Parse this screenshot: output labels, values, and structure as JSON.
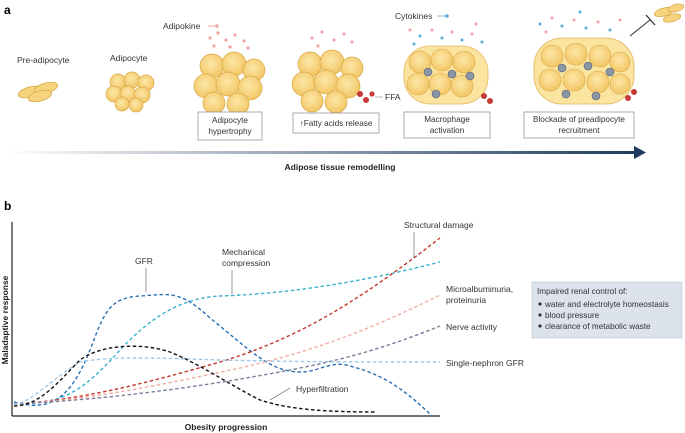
{
  "panel_a": {
    "letter": "a",
    "stages": [
      {
        "label": "Pre-adipocyte"
      },
      {
        "label": "Adipocyte"
      },
      {
        "label": "Adipokine"
      },
      {
        "label": "FFA"
      },
      {
        "label": "Cytokines"
      }
    ],
    "boxes": [
      {
        "line1": "Adipocyte",
        "line2": "hypertrophy"
      },
      {
        "line1": "↑Fatty acids release",
        "line2": ""
      },
      {
        "line1": "Macrophage",
        "line2": "activation"
      },
      {
        "line1": "Blockade of preadipocyte",
        "line2": "recruitment"
      }
    ],
    "arrow_label": "Adipose tissue remodelling"
  },
  "panel_b": {
    "letter": "b",
    "y_label": "Maladaptive response",
    "x_label": "Obesity progression",
    "curve_labels": {
      "gfr": "GFR",
      "mech1": "Mechanical",
      "mech2": "compression",
      "struct": "Structural damage",
      "micro1": "Microalbuminuria,",
      "micro2": "proteinuria",
      "nerve": "Nerve activity",
      "sngfr": "Single-nephron GFR",
      "hyper": "Hyperfiltration"
    },
    "info_box": {
      "title": "Impaired renal control of:",
      "items": [
        "water and electrolyte homeostasis",
        "blood pressure",
        "clearance of metabolic waste"
      ]
    },
    "colors": {
      "gfr": "#2a6fb5",
      "mech": "#3bb3cf",
      "struct": "#c0392b",
      "micro": "#f2aea4",
      "nerve": "#7a7f9a",
      "sngfr": "#9fc9e8",
      "hyper": "#111111"
    }
  }
}
